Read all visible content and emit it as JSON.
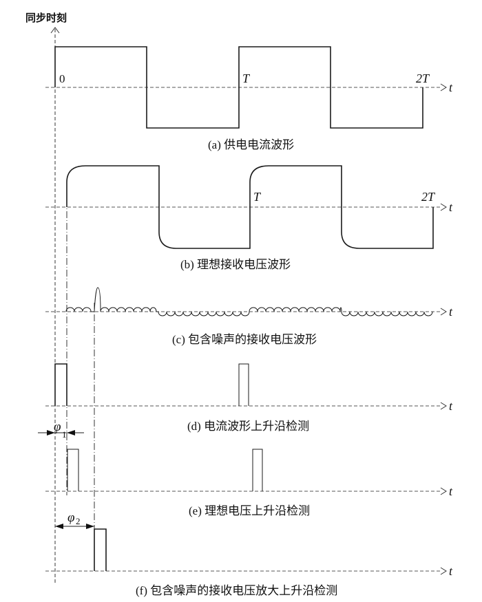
{
  "diagram": {
    "sync_label": "同步时刻",
    "time_axis_label": "t",
    "origin_label": "0",
    "period_label": "T",
    "double_period_label": "2T",
    "panels": [
      {
        "id": "a",
        "caption": "(a) 供电电流波形",
        "waveform": "square",
        "periods": 2
      },
      {
        "id": "b",
        "caption": "(b) 理想接收电压波形",
        "waveform": "square-with-rounded-rise",
        "periods": 2,
        "delay": "φ1"
      },
      {
        "id": "c",
        "caption": "(c) 包含噪声的接收电压波形",
        "waveform": "noisy-square",
        "periods": 2,
        "spike": "noise spike after rise"
      },
      {
        "id": "d",
        "caption": "(d) 电流波形上升沿检测",
        "waveform": "pulse-train",
        "pulses_at": [
          "0",
          "T"
        ]
      },
      {
        "id": "e",
        "caption": "(e) 理想电压上升沿检测",
        "waveform": "pulse-train",
        "pulses_at": [
          "φ1",
          "T+φ1"
        ]
      },
      {
        "id": "f",
        "caption": "(f) 包含噪声的接收电压放大上升沿检测",
        "waveform": "pulse",
        "pulses_at": [
          "φ2"
        ]
      }
    ],
    "phase_annotations": [
      {
        "symbol": "φ",
        "subscript": "1",
        "meaning": "delay between current rise (d) and ideal voltage rise (e)"
      },
      {
        "symbol": "φ",
        "subscript": "2",
        "meaning": "delay between current rise and noisy voltage detected rise (f)"
      }
    ]
  }
}
